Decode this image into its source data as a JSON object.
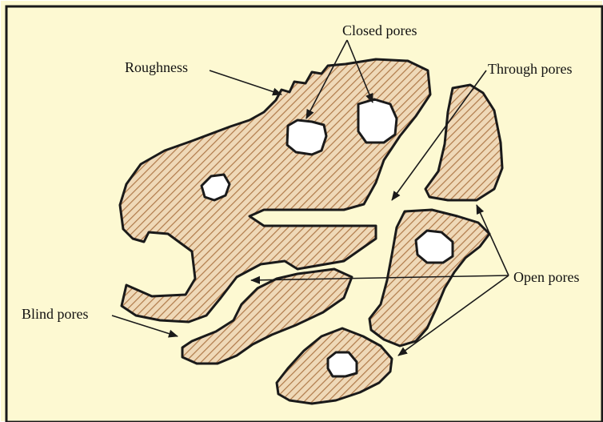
{
  "labels": {
    "closed_pores": "Closed pores",
    "roughness": "Roughness",
    "through_pores": "Through pores",
    "open_pores": "Open pores",
    "blind_pores": "Blind pores"
  },
  "colors": {
    "background": "#fdf9d2",
    "frame": "#1a1a1a",
    "hatch_fill": "#efd9b8",
    "hatch_line": "#b07a4a",
    "pore": "#ffffff"
  }
}
